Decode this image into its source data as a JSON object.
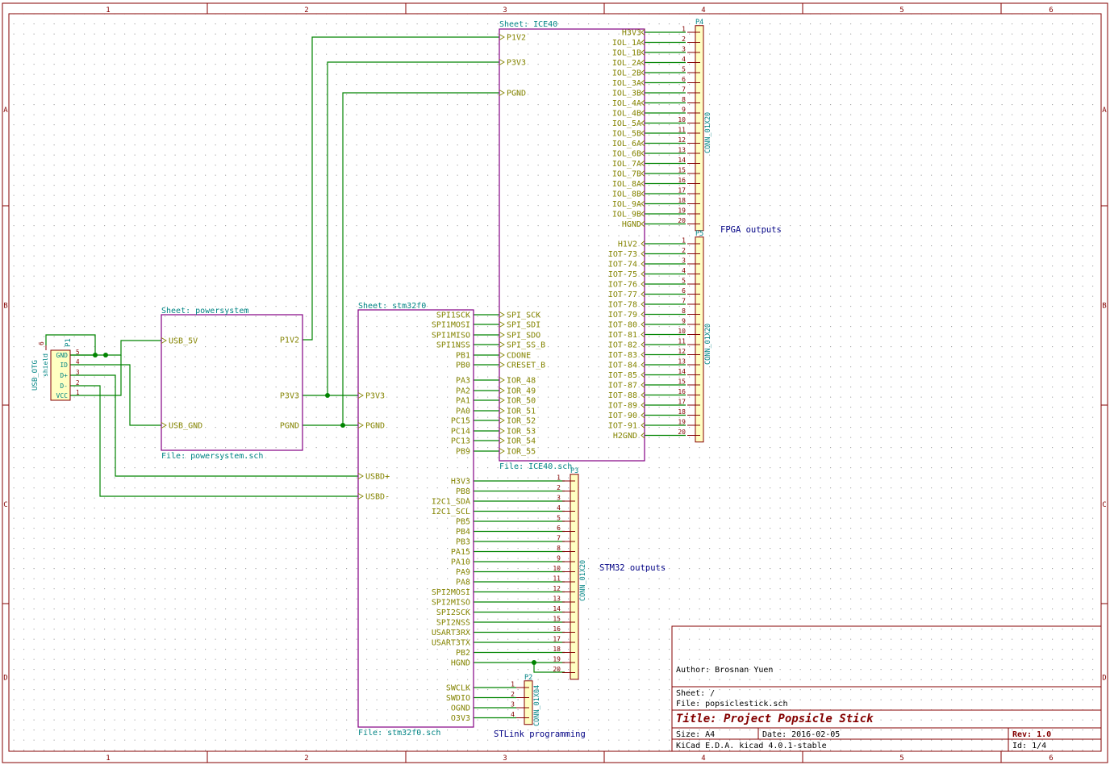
{
  "frame": {
    "col_labels": [
      "1",
      "2",
      "3",
      "4",
      "5",
      "6"
    ],
    "row_labels": [
      "A",
      "B",
      "C",
      "D"
    ]
  },
  "colors": {
    "frame": "#840000",
    "wire": "#008400",
    "sheet_border": "#840084",
    "sheet_text": "#008484",
    "pin_text": "#848400",
    "component": "#840000",
    "note_text": "#000084",
    "title_text": "#000000"
  },
  "sheets": {
    "ice40": {
      "name": "Sheet: ICE40",
      "file": "File: ICE40.sch",
      "left_pins": [
        "P1V2",
        "P3V3",
        "PGND",
        "SPI_SCK",
        "SPI_SDI",
        "SPI_SDO",
        "SPI_SS_B",
        "CDONE",
        "CRESET_B",
        "IOR_48",
        "IOR_49",
        "IOR_50",
        "IOR_51",
        "IOR_52",
        "IOR_53",
        "IOR_54",
        "IOR_55"
      ],
      "right_pins_a": [
        "H3V3",
        "IOL_1A",
        "IOL_1B",
        "IOL_2A",
        "IOL_2B",
        "IOL_3A",
        "IOL_3B",
        "IOL_4A",
        "IOL_4B",
        "IOL_5A",
        "IOL_5B",
        "IOL_6A",
        "IOL_6B",
        "IOL_7A",
        "IOL_7B",
        "IOL_8A",
        "IOL_8B",
        "IOL_9A",
        "IOL_9B",
        "HGND"
      ],
      "right_pins_b": [
        "H1V2",
        "IOT-73",
        "IOT-74",
        "IOT-75",
        "IOT-76",
        "IOT-77",
        "IOT-78",
        "IOT-79",
        "IOT-80",
        "IOT-81",
        "IOT-82",
        "IOT-83",
        "IOT-84",
        "IOT-85",
        "IOT-87",
        "IOT-88",
        "IOT-89",
        "IOT-90",
        "IOT-91",
        "H2GND"
      ]
    },
    "stm32": {
      "name": "Sheet: stm32f0",
      "file": "File: stm32f0.sch",
      "left_pins": [
        "P3V3",
        "PGND",
        "USBD+",
        "USBD-"
      ],
      "right_pins_top": [
        "SPI1SCK",
        "SPI1MOSI",
        "SPI1MISO",
        "SPI1NSS",
        "PB1",
        "PB0",
        "PA3",
        "PA2",
        "PA1",
        "PA0",
        "PC15",
        "PC14",
        "PC13",
        "PB9"
      ],
      "right_pins_mid": [
        "H3V3",
        "PB8",
        "I2C1_SDA",
        "I2C1_SCL",
        "PB5",
        "PB4",
        "PB3",
        "PA15",
        "PA10",
        "PA9",
        "PA8",
        "SPI2MOSI",
        "SPI2MISO",
        "SPI2SCK",
        "SPI2NSS",
        "USART3RX",
        "USART3TX",
        "PB2",
        "HGND"
      ],
      "right_pins_bot": [
        "SWCLK",
        "SWDIO",
        "OGND",
        "O3V3"
      ]
    },
    "power": {
      "name": "Sheet: powersystem",
      "file": "File: powersystem.sch",
      "left_pins": [
        "USB_5V",
        "USB_GND"
      ],
      "right_pins": [
        "P1V2",
        "P3V3",
        "PGND"
      ]
    }
  },
  "connectors": {
    "p4": {
      "ref": "P4",
      "value": "CONN_01X20"
    },
    "p5": {
      "ref": "P5",
      "value": "CONN_01X20"
    },
    "p3": {
      "ref": "P3",
      "value": "CONN_01X20"
    },
    "p2": {
      "ref": "P2",
      "value": "CONN_01X04"
    },
    "p1": {
      "ref": "P1",
      "value": "USB_OTG",
      "shield": "shield",
      "shield_pin": "6",
      "pins": [
        "GND",
        "ID",
        "D+",
        "D-",
        "VCC"
      ],
      "pin_nums": [
        "5",
        "4",
        "3",
        "2",
        "1"
      ]
    }
  },
  "notes": {
    "fpga": "FPGA outputs",
    "stm32": "STM32 outputs",
    "stlink": "STLink programming"
  },
  "titleblock": {
    "author": "Author: Brosnan Yuen",
    "sheet": "Sheet: /",
    "file": "File: popsiclestick.sch",
    "title": "Title: Project Popsicle Stick",
    "size": "Size: A4",
    "date": "Date: 2016-02-05",
    "rev": "Rev: 1.0",
    "kicad": "KiCad E.D.A.  kicad 4.0.1-stable",
    "id": "Id: 1/4"
  }
}
